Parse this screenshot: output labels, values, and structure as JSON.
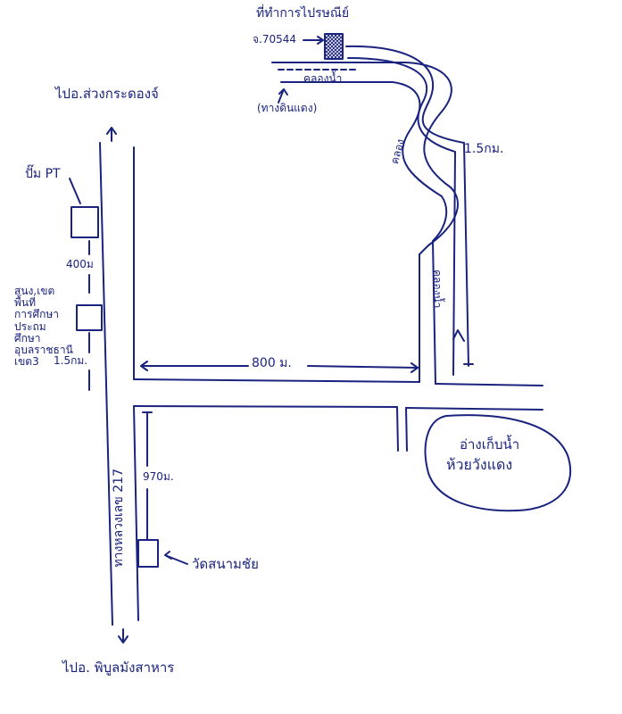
{
  "colors": {
    "ink": "#1a237e",
    "paper": "#ffffff"
  },
  "labels": {
    "office_title": "ที่ทำการไปรษณีย์",
    "office_code": "จ.70544",
    "canal_top": "คลองน้ำ",
    "canal_note": "(ทางดินแดง)",
    "canal_curve": "คลอง",
    "to_top": "ไปอ.ส่วงกระดองจ์",
    "pump": "ปั๊ม PT",
    "dist_400": "400ม",
    "school_lines": [
      "สนง.เขต",
      "พื้นที่",
      "การศึกษา",
      "ประถม",
      "ศึกษา",
      "อุบลราชธานี",
      "เขต3"
    ],
    "dist_15_left": "1.5กม.",
    "dist_15_right": "1.5กม.",
    "dist_800": "800 ม.",
    "canal_vertical": "คลองน้ำ",
    "highway": "ทางหลวงเลข 217",
    "reservoir_line1": "อ่างเก็บน้ำ",
    "reservoir_line2": "ห้วยวังแดง",
    "dist_970": "970ม.",
    "temple": "วัดสนามชัย",
    "to_bottom": "ไปอ. พิบูลมังสาหาร"
  }
}
